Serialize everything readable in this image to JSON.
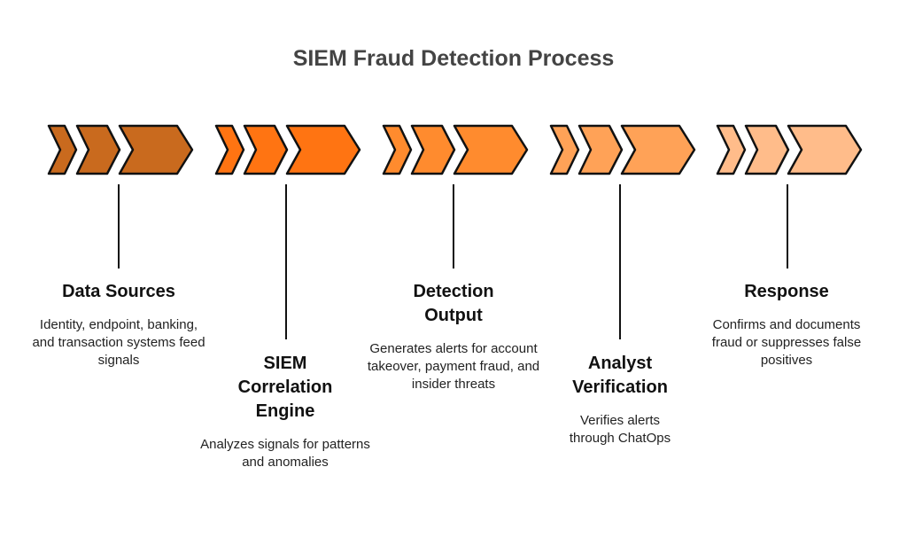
{
  "title": "SIEM Fraud Detection Process",
  "steps": [
    {
      "label": "Data Sources",
      "description": "Identity, endpoint, banking, and transaction systems feed signals",
      "color": "#C96A1E"
    },
    {
      "label": "SIEM Correlation Engine",
      "description": "Analyzes signals for patterns and anomalies",
      "color": "#FF7412"
    },
    {
      "label": "Detection Output",
      "description": "Generates alerts for account takeover, payment fraud, and insider threats",
      "color": "#FF8B2E"
    },
    {
      "label": "Analyst Verification",
      "description": "Verifies alerts through ChatOps",
      "color": "#FFA257"
    },
    {
      "label": "Response",
      "description": "Confirms and documents fraud or suppresses false positives",
      "color": "#FFBC8A"
    }
  ]
}
